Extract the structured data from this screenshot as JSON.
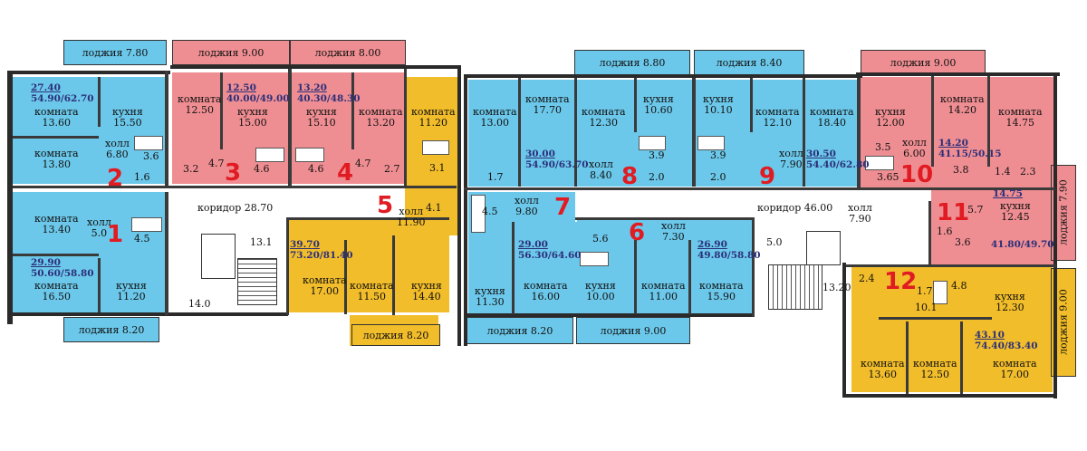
{
  "colors": {
    "blue": "#6cc8ea",
    "pink": "#ef8e92",
    "yellow": "#f2bd2a",
    "red": "#e11b22",
    "area_text": "#2b2f7a"
  },
  "apartments": [
    {
      "number": "1",
      "area": "29.90",
      "totals": "50.60/58.80"
    },
    {
      "number": "2",
      "area": "27.40",
      "totals": "54.90/62.70"
    },
    {
      "number": "3",
      "area": "12.50",
      "totals": "40.00/49.00"
    },
    {
      "number": "4",
      "area": "13.20",
      "totals": "40.30/48.30"
    },
    {
      "number": "5",
      "area": "39.70",
      "totals": "73.20/81.40"
    },
    {
      "number": "6",
      "area": "26.90",
      "totals": "49.80/58.80"
    },
    {
      "number": "7",
      "area": "29.00",
      "totals": "56.30/64.60"
    },
    {
      "number": "8",
      "area": "30.00",
      "totals": "54.90/63.70"
    },
    {
      "number": "9",
      "area": "30.50",
      "totals": "54.40/62.80"
    },
    {
      "number": "10",
      "area": "14.20",
      "totals": "41.15/50.15"
    },
    {
      "number": "11",
      "area": "14.75",
      "totals": "41.80/49.70"
    },
    {
      "number": "12",
      "area": "43.10",
      "totals": "74.40/83.40"
    }
  ],
  "loggias": {
    "l1": "лоджия 7.80",
    "l2": "лоджия 9.00",
    "l3": "лоджия 8.00",
    "l4": "лоджия 8.80",
    "l5": "лоджия 8.40",
    "l6": "лоджия 9.00",
    "l7": "лоджия 8.20",
    "l8": "лоджия 8.20",
    "l9": "лоджия 8.20",
    "l10": "лоджия 9.00",
    "l11": "лоджия 7.90",
    "l12": "лоджия 9.00"
  },
  "corridors": {
    "c1": "коридор 28.70",
    "c2": "коридор 46.00"
  },
  "word": {
    "room": "комната",
    "kitchen": "кухня",
    "hall": "холл"
  },
  "v": {
    "a1": "13.60",
    "a2": "15.50",
    "a3": "13.80",
    "a4": "6.80",
    "a5": "3.6",
    "a6": "1.6",
    "a7": "13.40",
    "a8": "5.0",
    "a9": "4.5",
    "a10": "16.50",
    "a11": "11.20",
    "b1": "12.50",
    "b2": "15.00",
    "b3": "3.2",
    "b4": "4.7",
    "b5": "4.6",
    "b6": "15.10",
    "b7": "13.20",
    "b8": "4.6",
    "b9": "4.7",
    "b10": "2.7",
    "c1": "11.20",
    "c2": "3.1",
    "c3": "11.90",
    "c4": "4.1",
    "c5": "17.00",
    "c6": "11.50",
    "c7": "14.40",
    "s1": "13.1",
    "s2": "14.0",
    "d1": "13.00",
    "d2": "17.70",
    "d3": "12.30",
    "d4": "10.60",
    "d5": "10.10",
    "d6": "12.10",
    "d7": "18.40",
    "d8": "3.9",
    "d9": "3.9",
    "d10": "8.40",
    "d11": "2.0",
    "d12": "2.0",
    "d13": "7.90",
    "d14": "1.7",
    "d15": "4.5",
    "d16": "9.80",
    "e1": "5.6",
    "e2": "7.30",
    "e3": "11.30",
    "e4": "16.00",
    "e5": "10.00",
    "e6": "11.00",
    "e7": "15.90",
    "f1": "12.00",
    "f2": "14.20",
    "f3": "14.75",
    "f4": "3.5",
    "f5": "6.00",
    "f6": "3.8",
    "f7": "1.4",
    "f8": "2.3",
    "f9": "3.65",
    "g1": "5.7",
    "g2": "12.45",
    "g3": "1.6",
    "g4": "3.6",
    "g5": "7.90",
    "g6": "5.0",
    "h1": "2.4",
    "h2": "1.7",
    "h3": "4.8",
    "h4": "12.30",
    "h5": "10.1",
    "h6": "13.20",
    "h7": "13.60",
    "h8": "12.50",
    "h9": "17.00"
  }
}
